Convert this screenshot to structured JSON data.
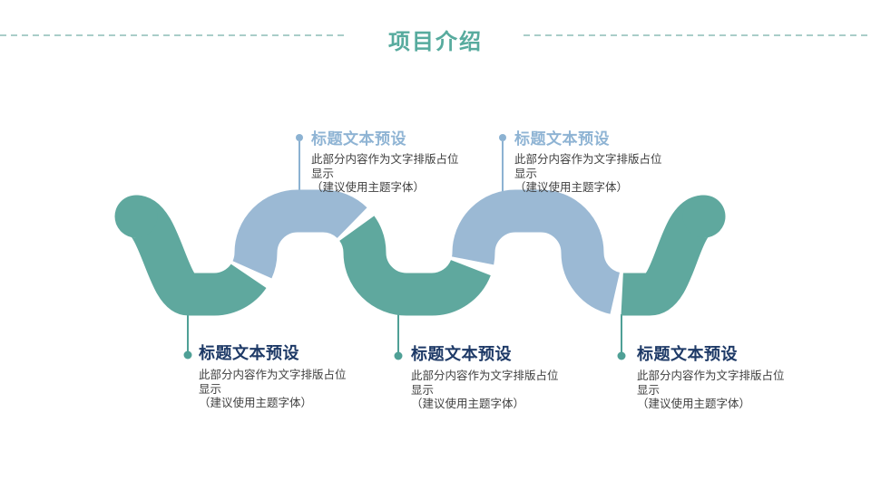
{
  "header": {
    "title": "项目介绍"
  },
  "colors": {
    "teal": "#5FA89E",
    "blue": "#9BB9D4",
    "teal_accent": "#4FA096",
    "blue_accent": "#8CB2D2",
    "dash_line": "#A9CDC9",
    "top_title_text": "#8FB4D4",
    "bottom_title_text": "#1E3A67",
    "body_text": "#404040",
    "slide_title_text": "#57AB9E",
    "background": "#FFFFFF"
  },
  "sections": {
    "top": [
      {
        "title": "标题文本预设",
        "desc": "此部分内容作为文字排版占位显示",
        "hint": "（建议使用主题字体）"
      },
      {
        "title": "标题文本预设",
        "desc": "此部分内容作为文字排版占位显示",
        "hint": "（建议使用主题字体）"
      }
    ],
    "bottom": [
      {
        "title": "标题文本预设",
        "desc": "此部分内容作为文字排版占位显示",
        "hint": "（建议使用主题字体）"
      },
      {
        "title": "标题文本预设",
        "desc": "此部分内容作为文字排版占位显示",
        "hint": "（建议使用主题字体）"
      },
      {
        "title": "标题文本预设",
        "desc": "此部分内容作为文字排版占位显示",
        "hint": "（建议使用主题字体）"
      }
    ]
  }
}
